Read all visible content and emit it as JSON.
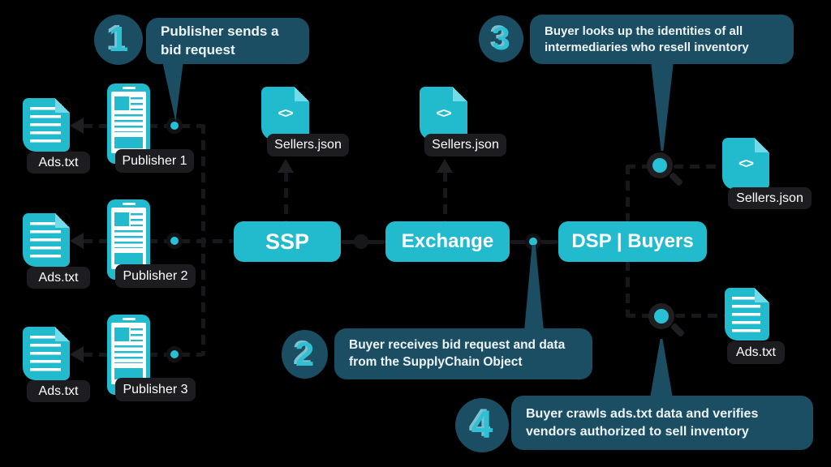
{
  "colors": {
    "teal": "#22bacd",
    "teal_light": "#72dbe9",
    "navy": "#1b4e62",
    "numeral_teal": "#2fc0d4",
    "pill_bg": "#1d1d21",
    "line": "#17171c",
    "background": "#000000",
    "text_light": "#edf5f7"
  },
  "labels": {
    "ads_txt": "Ads.txt",
    "sellers_json": "Sellers.json"
  },
  "publishers": [
    {
      "name": "Publisher 1"
    },
    {
      "name": "Publisher 2"
    },
    {
      "name": "Publisher 3"
    }
  ],
  "nodes": {
    "ssp": "SSP",
    "exchange": "Exchange",
    "dsp": "DSP | Buyers"
  },
  "icons": {
    "code_glyph": "<>",
    "ads_doc": "ads-txt-document-icon",
    "code_doc": "sellers-json-document-icon",
    "phone": "publisher-phone-icon",
    "magnifier": "magnifier-icon"
  },
  "steps": [
    {
      "number": "1",
      "text": "Publisher sends a bid request"
    },
    {
      "number": "2",
      "text": "Buyer receives bid request and data from the SupplyChain Object"
    },
    {
      "number": "3",
      "text": "Buyer looks up the identities of all intermediaries who resell inventory"
    },
    {
      "number": "4",
      "text": "Buyer crawls ads.txt data and verifies vendors authorized to sell inventory"
    }
  ]
}
